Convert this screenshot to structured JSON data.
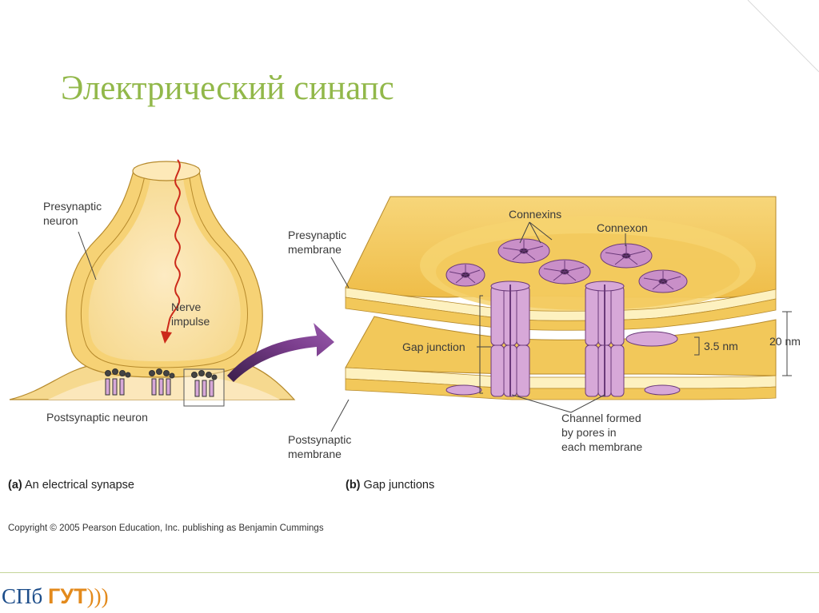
{
  "slide": {
    "title": "Электрический синапс"
  },
  "figure_a": {
    "presynaptic_neuron": [
      "Presynaptic",
      "neuron"
    ],
    "nerve_impulse": [
      "Nerve",
      "impulse"
    ],
    "postsynaptic_neuron": "Postsynaptic neuron",
    "caption_tag": "(a)",
    "caption_text": "An electrical synapse"
  },
  "figure_b": {
    "connexins": "Connexins",
    "connexon": "Connexon",
    "presynaptic_membrane": [
      "Presynaptic",
      "membrane"
    ],
    "gap_junction": "Gap junction",
    "dim_small": "3.5 nm",
    "dim_large": "20 nm",
    "postsynaptic_membrane": [
      "Postsynaptic",
      "membrane"
    ],
    "channel": [
      "Channel formed",
      "by pores in",
      "each membrane"
    ],
    "caption_tag": "(b)",
    "caption_text": "Gap junctions"
  },
  "copyright": "Copyright © 2005 Pearson Education, Inc. publishing as Benjamin Cummings",
  "footer": {
    "brand_prefix": "СПб",
    "brand_name": "ГУТ",
    "brand_suffix": ")))"
  },
  "colors": {
    "title": "#92b84a",
    "membrane_yellow": "#f2c85a",
    "membrane_light": "#fdf1c0",
    "cytoplasm": "#fbe3b0",
    "protein_purple": "#c98fc8",
    "protein_dark": "#6b3a7a",
    "impulse_red": "#cc2a1a",
    "arrow_purple": "#7a3d8c"
  }
}
